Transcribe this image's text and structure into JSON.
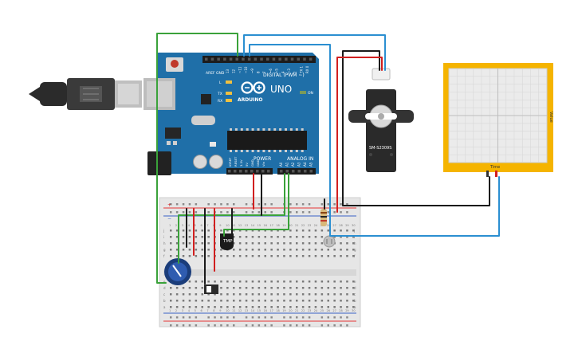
{
  "arduino": {
    "brand": "ARDUINO",
    "model": "UNO",
    "digital_label": "DIGITAL (PWM ~)",
    "power_label": "POWER",
    "analog_label": "ANALOG IN",
    "on_label": "ON",
    "led_l": "L",
    "led_tx": "TX",
    "led_rx": "RX",
    "aref": "AREF",
    "gnd": "GND",
    "digital_pins": [
      "13",
      "12",
      "~11",
      "~10",
      "~9",
      "8",
      "7",
      "~6",
      "~5",
      "4",
      "~3",
      "2",
      "TX 1",
      "RX 0"
    ],
    "power_pins": [
      "IOREF",
      "RESET",
      "3.3V",
      "5V",
      "GND",
      "GND",
      "Vin"
    ],
    "analog_pins": [
      "A0",
      "A1",
      "A2",
      "A3",
      "A4",
      "A5"
    ]
  },
  "servo": {
    "label": "SM-S2309S"
  },
  "temp_sensor": {
    "label": "TMP"
  },
  "plotter": {
    "x_label": "Time",
    "y_label": "Value"
  },
  "breadboard": {
    "columns": [
      "1",
      "2",
      "3",
      "4",
      "5",
      "6",
      "7",
      "8",
      "9",
      "10",
      "11",
      "12",
      "13",
      "14",
      "15",
      "16",
      "17",
      "18",
      "19",
      "20",
      "21",
      "22",
      "23",
      "24",
      "25",
      "26",
      "27",
      "28",
      "29",
      "30"
    ],
    "rows_top": [
      "j",
      "i",
      "h",
      "g",
      "f"
    ],
    "rows_bottom": [
      "e",
      "d",
      "c",
      "b",
      "a"
    ]
  },
  "colors": {
    "board": "#1f6fa8",
    "breadboard": "#e6e6e6",
    "wire_green": "#3aa23a",
    "wire_blue": "#2b8fd1",
    "wire_red": "#d11f1f",
    "wire_black": "#1a1a1a",
    "plotter_frame": "#f5b400"
  }
}
